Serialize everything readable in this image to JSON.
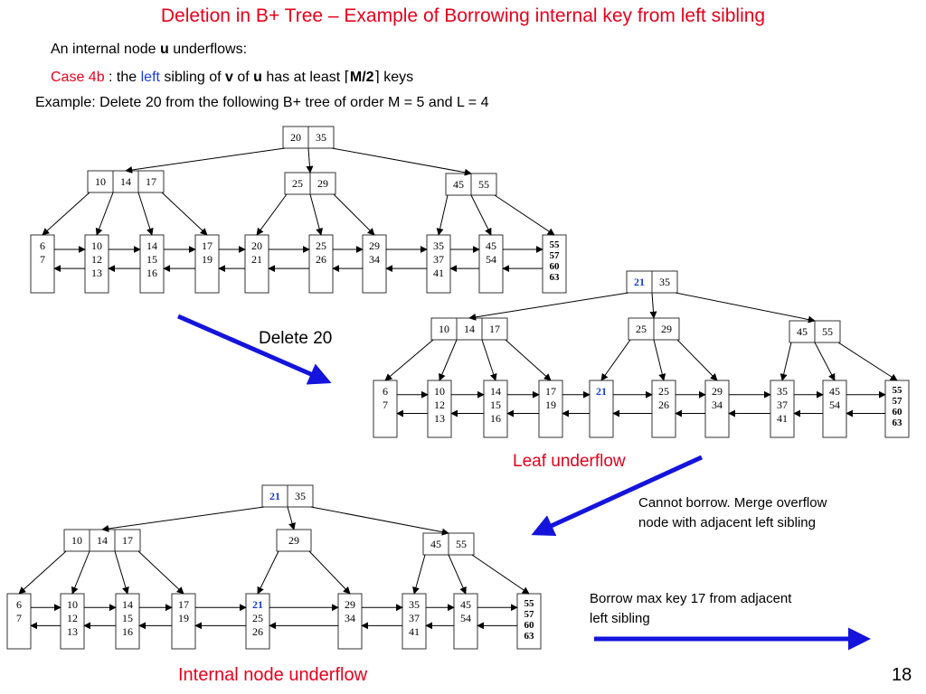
{
  "slide": {
    "title": "Deletion in B+ Tree – Example of Borrowing internal key from left sibling",
    "line1_prefix": "An internal node ",
    "line1_bold": "u",
    "line1_suffix": " underflows:",
    "line2_case": "Case 4b",
    "line2_a": " : the ",
    "line2_left": "left",
    "line2_b": " sibling of ",
    "line2_v": "v",
    "line2_c": " of ",
    "line2_u": "u",
    "line2_d": " has at least ",
    "line2_lceil": "⌈",
    "line2_formula": "M/2",
    "line2_rceil": "⌉",
    "line2_e": " keys",
    "line3": "Example: Delete 20 from the following B+ tree of order M = 5 and L = 4",
    "delete_label": "Delete 20",
    "leaf_underflow": "Leaf underflow",
    "cannot_line1": "Cannot borrow. Merge overflow",
    "cannot_line2": "node with adjacent left sibling",
    "borrow_line1": "Borrow max key 17 from adjacent",
    "borrow_line2": "left sibling",
    "internal_underflow": "Internal node underflow",
    "page_number": "18"
  },
  "colors": {
    "title_red": "#e8001c",
    "highlight_blue": "#1a3fd6",
    "arrow_blue": "#1414dc"
  },
  "trees": [
    {
      "name": "original",
      "root": [
        "20",
        "35"
      ],
      "internal": [
        [
          "10",
          "14",
          "17"
        ],
        [
          "25",
          "29"
        ],
        [
          "45",
          "55"
        ]
      ],
      "leaves": [
        [
          "6",
          "7"
        ],
        [
          "10",
          "12",
          "13"
        ],
        [
          "14",
          "15",
          "16"
        ],
        [
          "17",
          "19"
        ],
        [
          "20",
          "21"
        ],
        [
          "25",
          "26"
        ],
        [
          "29",
          "34"
        ],
        [
          "35",
          "37",
          "41"
        ],
        [
          "45",
          "54"
        ],
        [
          "55",
          "57",
          "60",
          "63"
        ]
      ]
    },
    {
      "name": "after-delete-20",
      "root": [
        "21",
        "35"
      ],
      "internal": [
        [
          "10",
          "14",
          "17"
        ],
        [
          "25",
          "29"
        ],
        [
          "45",
          "55"
        ]
      ],
      "leaves": [
        [
          "6",
          "7"
        ],
        [
          "10",
          "12",
          "13"
        ],
        [
          "14",
          "15",
          "16"
        ],
        [
          "17",
          "19"
        ],
        [
          "21"
        ],
        [
          "25",
          "26"
        ],
        [
          "29",
          "34"
        ],
        [
          "35",
          "37",
          "41"
        ],
        [
          "45",
          "54"
        ],
        [
          "55",
          "57",
          "60",
          "63"
        ]
      ]
    },
    {
      "name": "after-merge",
      "root": [
        "21",
        "35"
      ],
      "internal": [
        [
          "10",
          "14",
          "17"
        ],
        [
          "29"
        ],
        [
          "45",
          "55"
        ]
      ],
      "leaves": [
        [
          "6",
          "7"
        ],
        [
          "10",
          "12",
          "13"
        ],
        [
          "14",
          "15",
          "16"
        ],
        [
          "17",
          "19"
        ],
        [
          "21",
          "25",
          "26"
        ],
        [
          "29",
          "34"
        ],
        [
          "35",
          "37",
          "41"
        ],
        [
          "45",
          "54"
        ],
        [
          "55",
          "57",
          "60",
          "63"
        ]
      ]
    }
  ]
}
